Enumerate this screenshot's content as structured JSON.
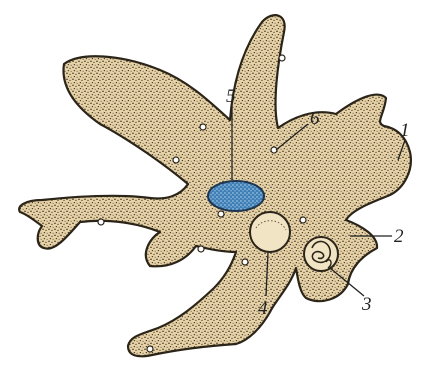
{
  "figure": {
    "subject": "amoeba",
    "colors": {
      "background": "#ffffff",
      "cytoplasm": "#e6d2a6",
      "outline": "#2b2418",
      "stipple": "#3a3022",
      "nucleus": "#3f7fb5",
      "nucleus_stipple": "#bfe1f5"
    },
    "callouts": [
      {
        "id": "1",
        "label": "1"
      },
      {
        "id": "2",
        "label": "2"
      },
      {
        "id": "3",
        "label": "3"
      },
      {
        "id": "4",
        "label": "4"
      },
      {
        "id": "5",
        "label": "5"
      },
      {
        "id": "6",
        "label": "6"
      }
    ]
  }
}
